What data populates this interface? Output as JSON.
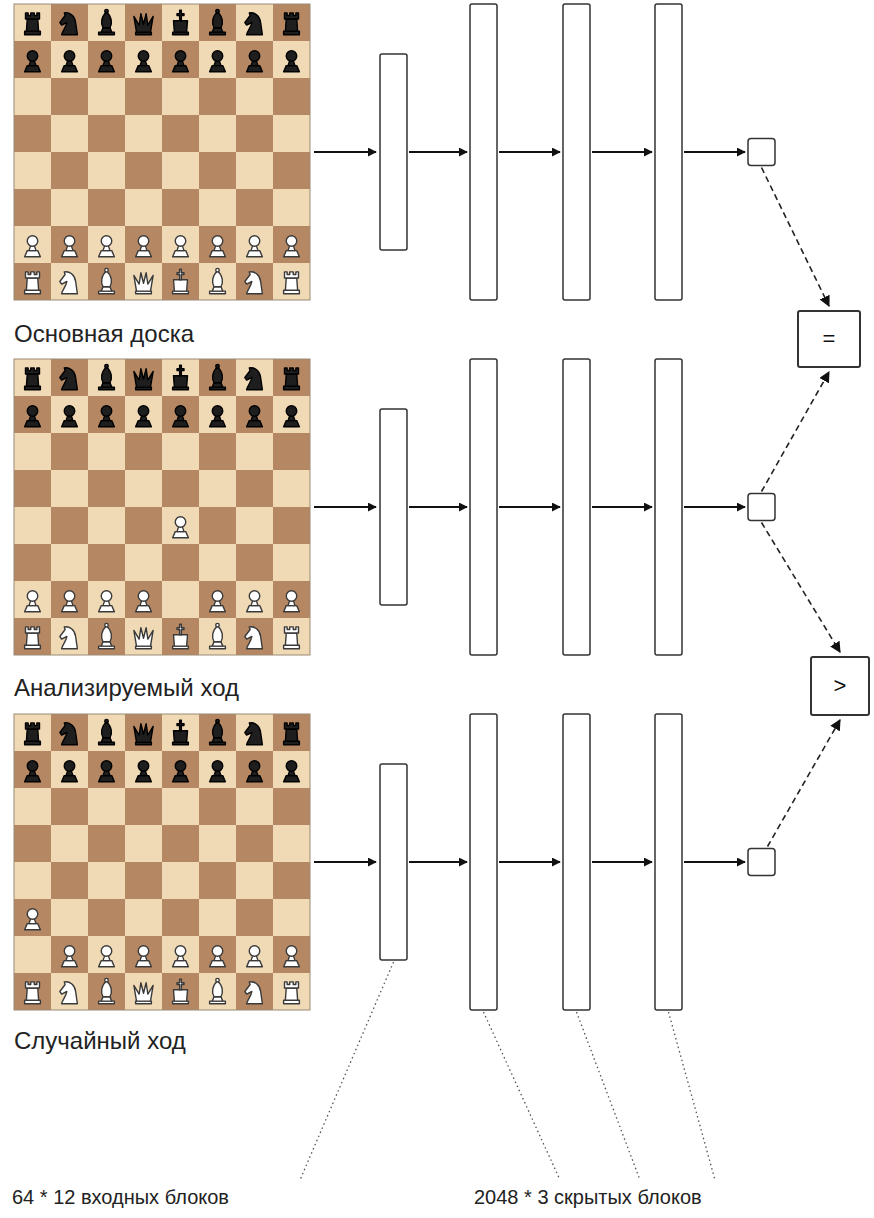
{
  "diagram": {
    "nodes": [
      {
        "text": [
          "="
        ]
      },
      {
        "text": [
          ">"
        ]
      }
    ],
    "labels": [
      "Основная доска",
      "Анализируемый ход",
      "Случайный ход",
      "64 * 12 входных блоков",
      "2048 * 3 скрытых блоков"
    ]
  }
}
